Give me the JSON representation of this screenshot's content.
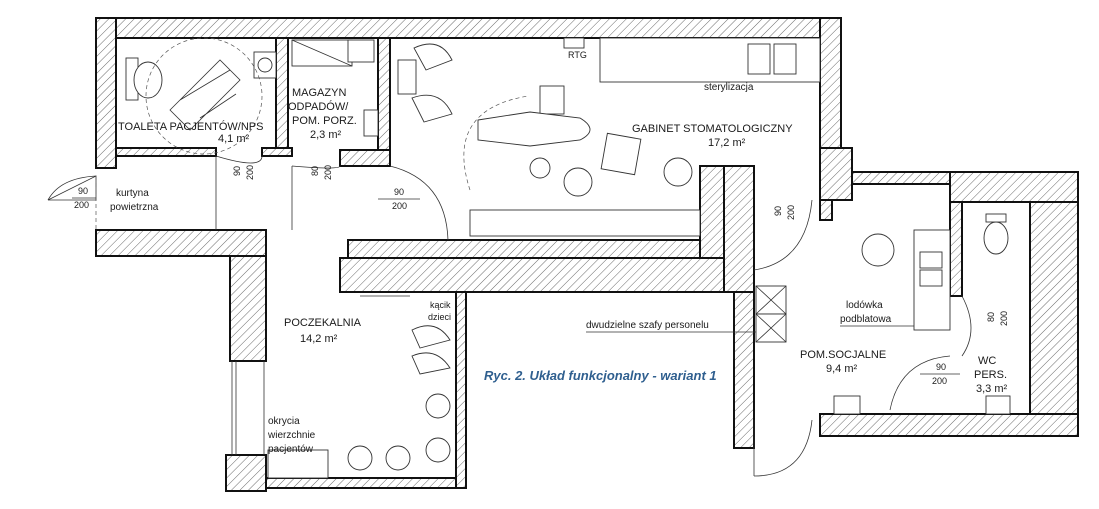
{
  "caption": "Ryc. 2. Układ funkcjonalny - wariant 1",
  "rooms": {
    "toilet": {
      "line1": "TOALETA PACJENTÓW/NPS",
      "area": "4,1 m²"
    },
    "storage": {
      "line1": "MAGAZYN",
      "line2": "ODPADÓW/",
      "line3": "POM. PORZ.",
      "area": "2,3 m²"
    },
    "office": {
      "line1": "GABINET STOMATOLOGICZNY",
      "area": "17,2 m²"
    },
    "waiting": {
      "line1": "POCZEKALNIA",
      "area": "14,2 m²"
    },
    "social": {
      "line1": "POM.SOCJALNE",
      "area": "9,4 m²"
    },
    "wc": {
      "line1": "WC",
      "line2": "PERS.",
      "area": "3,3 m²"
    }
  },
  "labels": {
    "rtg": "RTG",
    "sterilization": "sterylizacja",
    "air_curtain_1": "kurtyna",
    "air_curtain_2": "powietrzna",
    "kids_1": "kącik",
    "kids_2": "dzieci",
    "wardrobes": "dwudzielne szafy personelu",
    "fridge_1": "lodówka",
    "fridge_2": "podblatowa",
    "coats_1": "okrycia",
    "coats_2": "wierzchnie",
    "coats_3": "pacjentów"
  },
  "dims": {
    "d_entry_w": "90",
    "d_entry_h": "200",
    "d_toilet_w": "90",
    "d_toilet_h": "200",
    "d_storage_w": "80",
    "d_storage_h": "200",
    "d_office_w": "90",
    "d_office_h": "200",
    "d_staff_w": "90",
    "d_staff_h": "200",
    "d_social_w": "90",
    "d_social_h": "200",
    "d_wc_w": "80",
    "d_wc_h": "200"
  },
  "colors": {
    "caption": "#2f5f8f",
    "wall_stroke": "#111111"
  }
}
